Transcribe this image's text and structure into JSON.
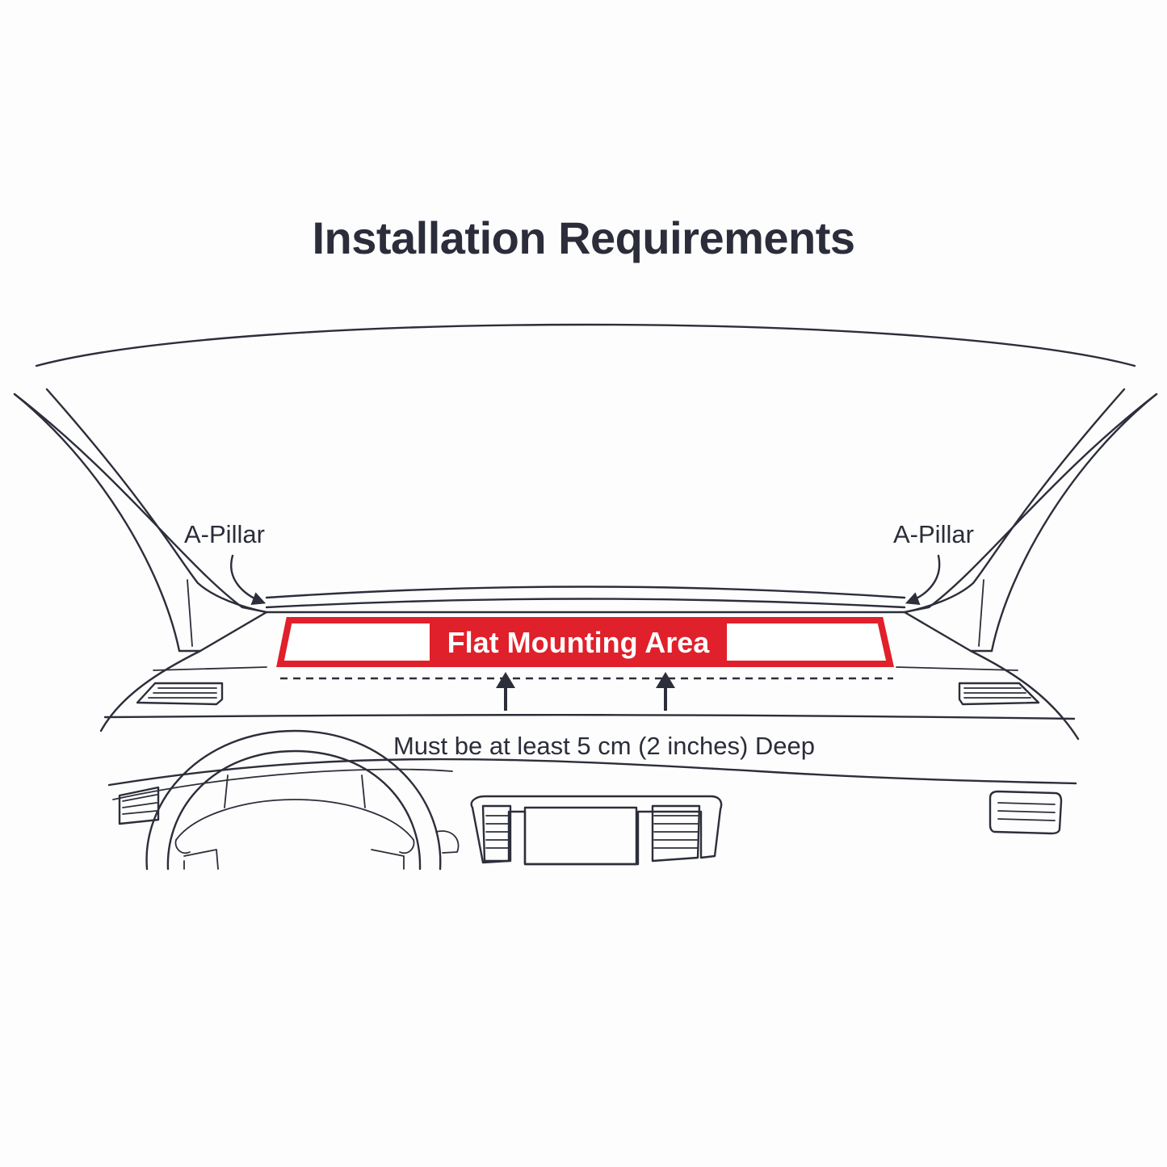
{
  "title": "Installation Requirements",
  "labels": {
    "a_pillar_left": "A-Pillar",
    "a_pillar_right": "A-Pillar",
    "mounting_area": "Flat Mounting Area",
    "depth_note": "Must be at least 5 cm (2 inches) Deep"
  },
  "colors": {
    "accent": "#e0202a",
    "line": "#2c2e3a",
    "background": "#fdfdfd"
  }
}
